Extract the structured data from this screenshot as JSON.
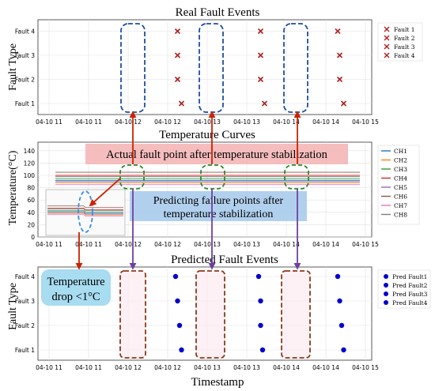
{
  "chart_data": [
    {
      "type": "scatter",
      "title": "Real Fault Events",
      "ylabel": "Fault Type",
      "xlabel": "",
      "x_ticks": [
        "04-10 11",
        "04-10 11",
        "04-10 12",
        "04-10 12",
        "04-10 13",
        "04-10 13",
        "04-10 14",
        "04-10 14",
        "04-10 15"
      ],
      "y_ticks": [
        "Fault 1",
        "Fault 2",
        "Fault 3",
        "Fault 4"
      ],
      "legend_position": "right",
      "grid": true,
      "series": [
        {
          "name": "Fault 1",
          "color": "#b22222",
          "points": [
            {
              "x": 3.35,
              "y": 1
            },
            {
              "x": 5.45,
              "y": 1
            },
            {
              "x": 7.45,
              "y": 1
            }
          ]
        },
        {
          "name": "Fault 2",
          "color": "#b22222",
          "points": [
            {
              "x": 3.25,
              "y": 2
            },
            {
              "x": 5.35,
              "y": 2
            },
            {
              "x": 7.35,
              "y": 2
            }
          ]
        },
        {
          "name": "Fault 3",
          "color": "#b22222",
          "points": [
            {
              "x": 3.25,
              "y": 3
            },
            {
              "x": 5.35,
              "y": 3
            },
            {
              "x": 7.35,
              "y": 3
            }
          ]
        },
        {
          "name": "Fault 4",
          "color": "#b22222",
          "points": [
            {
              "x": 3.25,
              "y": 4
            },
            {
              "x": 5.35,
              "y": 4
            },
            {
              "x": 7.3,
              "y": 4
            }
          ]
        }
      ]
    },
    {
      "type": "line",
      "title": "Temperature Curves",
      "ylabel": "Temperature(°C)",
      "xlabel": "",
      "x_ticks": [
        "04-10 11",
        "04-10 11",
        "04-10 12",
        "04-10 12",
        "04-10 13",
        "04-10 13",
        "04-10 14",
        "04-10 14",
        "04-10 15"
      ],
      "y_ticks": [
        "0",
        "20",
        "40",
        "60",
        "80",
        "100",
        "120",
        "140"
      ],
      "ylim": [
        0,
        150
      ],
      "legend_position": "right",
      "grid": true,
      "series": [
        {
          "name": "CH1",
          "color": "#1f77b4",
          "value": 92
        },
        {
          "name": "CH2",
          "color": "#ff7f0e",
          "value": 88
        },
        {
          "name": "CH3",
          "color": "#2ca02c",
          "value": 95
        },
        {
          "name": "CH4",
          "color": "#d62728",
          "value": 100
        },
        {
          "name": "CH5",
          "color": "#9467bd",
          "value": 90
        },
        {
          "name": "CH6",
          "color": "#8c564b",
          "value": 105
        },
        {
          "name": "CH7",
          "color": "#e377c2",
          "value": 85
        },
        {
          "name": "CH8",
          "color": "#7f7f7f",
          "value": 98
        }
      ]
    },
    {
      "type": "scatter",
      "title": "Predicted Fault Events",
      "ylabel": "Fault Type",
      "xlabel": "Timestamp",
      "x_ticks": [
        "04-10 11",
        "04-10 11",
        "04-10 12",
        "04-10 12",
        "04-10 13",
        "04-10 13",
        "04-10 14",
        "04-10 14",
        "04-10 15"
      ],
      "y_ticks": [
        "Fault 1",
        "Fault 2",
        "Fault 3",
        "Fault 4"
      ],
      "legend_position": "right",
      "grid": true,
      "series": [
        {
          "name": "Pred Fault1",
          "color": "#0000cc",
          "points": [
            {
              "x": 3.35,
              "y": 1
            },
            {
              "x": 5.4,
              "y": 1
            },
            {
              "x": 7.45,
              "y": 1
            }
          ]
        },
        {
          "name": "Pred Fault2",
          "color": "#0000cc",
          "points": [
            {
              "x": 3.3,
              "y": 2
            },
            {
              "x": 5.35,
              "y": 2
            },
            {
              "x": 7.4,
              "y": 2
            }
          ]
        },
        {
          "name": "Pred Fault3",
          "color": "#0000cc",
          "points": [
            {
              "x": 3.25,
              "y": 3
            },
            {
              "x": 5.35,
              "y": 3
            },
            {
              "x": 7.35,
              "y": 3
            }
          ]
        },
        {
          "name": "Pred Fault4",
          "color": "#0000cc",
          "points": [
            {
              "x": 3.2,
              "y": 4
            },
            {
              "x": 5.3,
              "y": 4
            },
            {
              "x": 7.3,
              "y": 4
            }
          ]
        }
      ]
    }
  ],
  "annotations": {
    "actual_fault": "Actual fault point after temperature stabilization",
    "predicting_line1": "Predicting failure points after",
    "predicting_line2": "temperature stabilization",
    "temp_drop_line1": "Temperature",
    "temp_drop_line2": "drop <1°C"
  },
  "colors": {
    "actual_box": "#f4b6b6",
    "predict_box": "#a9cbec",
    "temp_drop_box": "#a8dcf0",
    "red_arrow": "#cc2200",
    "purple_arrow": "#7040a0"
  }
}
